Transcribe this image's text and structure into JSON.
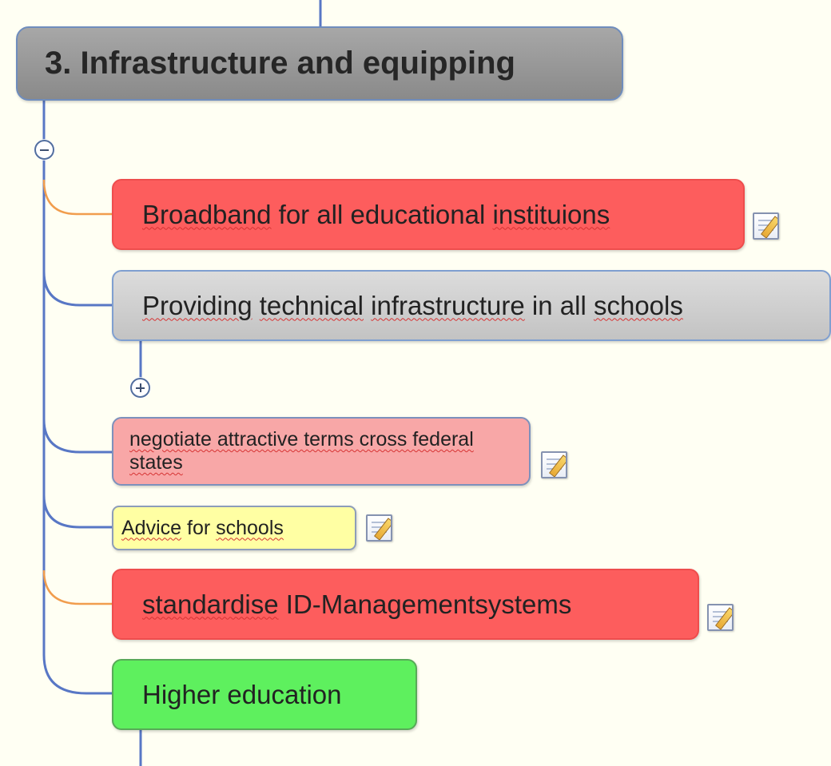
{
  "mind_map": {
    "root": {
      "label": "3. Infrastructure and equipping"
    },
    "topics": [
      {
        "id": "broadband",
        "parts": [
          {
            "text": "Broadband",
            "spell": true
          },
          {
            "text": " for all educational ",
            "spell": false
          },
          {
            "text": "instituions",
            "spell": true
          }
        ],
        "color": "#fd5d5d",
        "has_note": true
      },
      {
        "id": "providing",
        "parts": [
          {
            "text": "Providing",
            "spell": true
          },
          {
            "text": " ",
            "spell": false
          },
          {
            "text": "technical",
            "spell": true
          },
          {
            "text": " ",
            "spell": false
          },
          {
            "text": "infrastructure",
            "spell": true
          },
          {
            "text": " in all ",
            "spell": false
          },
          {
            "text": "schools",
            "spell": true
          }
        ],
        "color": "#c9c9c9",
        "collapsed": true
      },
      {
        "id": "negotiate",
        "parts": [
          {
            "text": "negotiate attractive terms cross federal states",
            "spell": true
          }
        ],
        "color": "#f8a7a7",
        "has_note": true
      },
      {
        "id": "advice",
        "parts": [
          {
            "text": "Advice",
            "spell": true
          },
          {
            "text": " for ",
            "spell": false
          },
          {
            "text": "schools",
            "spell": true
          }
        ],
        "color": "#ffffa3",
        "has_note": true
      },
      {
        "id": "standardise",
        "parts": [
          {
            "text": "standardise",
            "spell": true
          },
          {
            "text": " ID-Managementsystems",
            "spell": false
          }
        ],
        "color": "#fd5d5d",
        "has_note": true
      },
      {
        "id": "higher",
        "parts": [
          {
            "text": "Higher education",
            "spell": false
          }
        ],
        "color": "#5ef05e"
      }
    ]
  },
  "colors": {
    "connector_blue": "#5877c5",
    "connector_orange": "#f19d4d",
    "background": "#fffff3"
  },
  "icons": {
    "note": "note-edit-icon",
    "collapse": "collapse-minus-icon",
    "expand": "expand-plus-icon"
  }
}
